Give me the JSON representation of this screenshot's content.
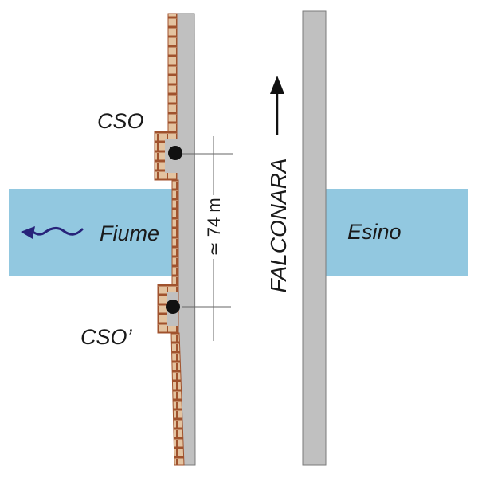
{
  "river": {
    "name_left": "Fiume",
    "name_right": "Esino",
    "flow_direction": "left",
    "color": "#92c8e0"
  },
  "outfalls": {
    "upper_label": "CSO",
    "lower_label": "CSO’"
  },
  "dimension": {
    "label": "≃ 74 m"
  },
  "direction": {
    "label": "FALCONARA",
    "arrow": "up"
  },
  "colors": {
    "wall_gray": "#c0c0c0",
    "brick_fill": "#e3c3a0",
    "brick_mortar": "#a0522d",
    "flow_arrow": "#27237a"
  }
}
